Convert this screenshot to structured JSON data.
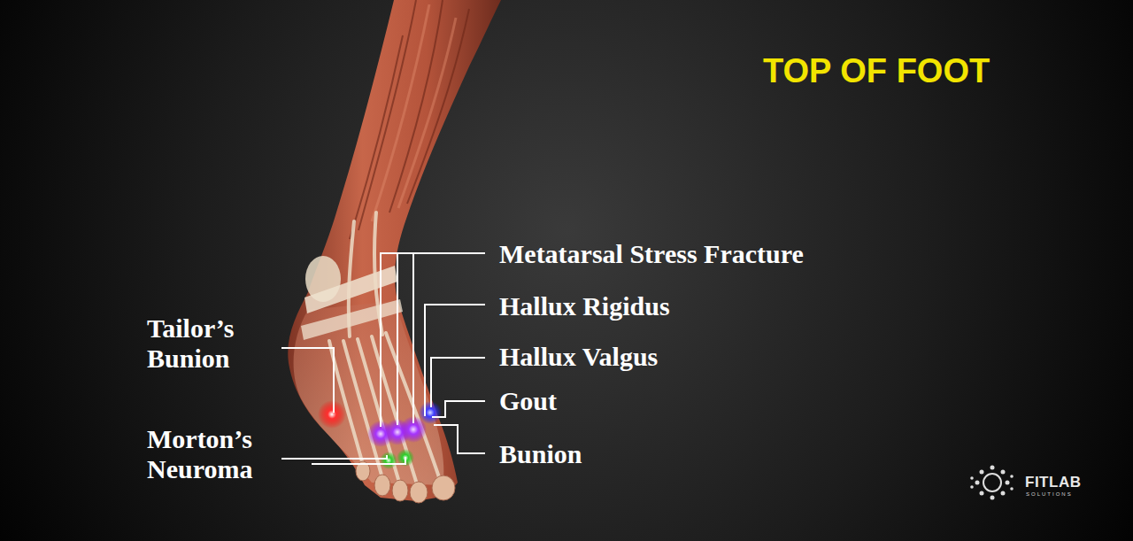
{
  "diagram": {
    "title": "TOP OF FOOT",
    "labels": [
      "Metatarsal Stress Fracture",
      "Hallux Rigidus",
      "Hallux Valgus",
      "Gout",
      "Bunion",
      "Tailor’s Bunion",
      "Morton’s Neuroma",
      "FITLAB",
      "SOLUTIONS"
    ]
  }
}
